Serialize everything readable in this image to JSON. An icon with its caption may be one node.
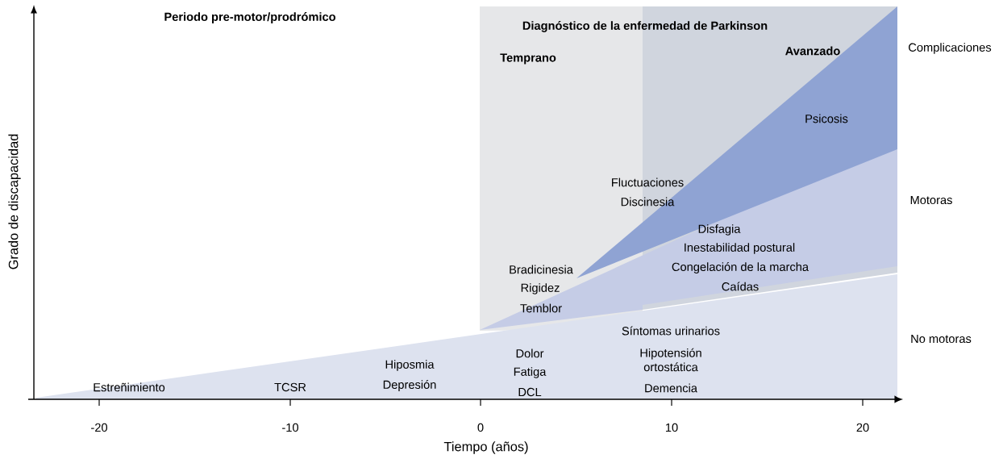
{
  "diagram": {
    "nodes": [
      {
        "text": [
          "Temprano"
        ]
      },
      {
        "text": [
          "Avanzado"
        ]
      },
      {
        "text": [
          "Estreñimiento",
          "TCSR",
          "Hiposmia",
          "Depresión",
          "Dolor",
          "Fatiga",
          "DCL",
          "Síntomas urinarios",
          "Hipotensión ortostática",
          "Demencia"
        ],
        "beside": [
          "No motoras"
        ]
      },
      {
        "text": [
          "Bradicinesia",
          "Rigidez",
          "Temblor",
          "Disfagia",
          "Inestabilidad postural",
          "Congelación de la marcha",
          "Caídas"
        ],
        "beside": [
          "Motoras"
        ]
      },
      {
        "text": [
          "Fluctuaciones",
          "Discinesia",
          "Psicosis"
        ],
        "beside": [
          "Complicaciones"
        ]
      }
    ],
    "labels": [
      "Periodo pre-motor/prodrómico",
      "Diagnóstico de la enfermedad de Parkinson",
      "Grado de discapacidad",
      "Tiempo (años)",
      "-20",
      "-10",
      "0",
      "10",
      "20"
    ]
  }
}
